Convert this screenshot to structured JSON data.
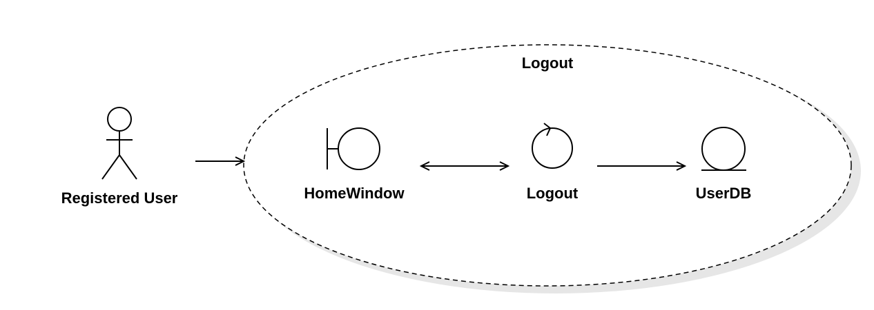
{
  "diagram": {
    "use_case": {
      "title": "Logout"
    },
    "actor": {
      "label": "Registered User"
    },
    "boundary": {
      "label": "HomeWindow"
    },
    "control": {
      "label": "Logout"
    },
    "entity": {
      "label": "UserDB"
    },
    "colors": {
      "line": "#000000",
      "background": "#ffffff",
      "shadow": "#e6e6e6"
    }
  }
}
